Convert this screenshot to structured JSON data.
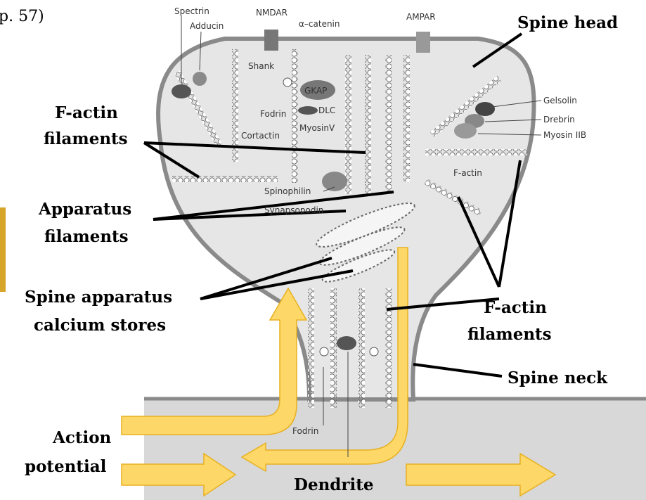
{
  "citation": "p. 57)",
  "labels": {
    "spine_head": "Spine head",
    "factin_top_line1": "F-actin",
    "factin_top_line2": "filaments",
    "apparatus_line1": "Apparatus",
    "apparatus_line2": "filaments",
    "calcium_line1": "Spine apparatus",
    "calcium_line2": "calcium stores",
    "factin_right_line1": "F-actin",
    "factin_right_line2": "filaments",
    "spine_neck": "Spine neck",
    "action_line1": "Action",
    "action_line2": "potential",
    "dendrite": "Dendrite"
  },
  "proteins": {
    "spectrin": "Spectrin",
    "adducin": "Adducin",
    "nmdar": "NMDAR",
    "alpha_catenin": "α–catenin",
    "ampar": "AMPAR",
    "shank": "Shank",
    "gkap": "GKAP",
    "dlc": "DLC",
    "fodrin_top": "Fodrin",
    "myosin_v": "MyosinV",
    "cortactin": "Cortactin",
    "gelsolin": "Gelsolin",
    "drebrin": "Drebrin",
    "myosin_iib": "Myosin IIB",
    "f_actin": "F-actin",
    "spinophilin": "Spinophilin",
    "synaptopodin": "Synapsopodin",
    "fodrin_bottom": "Fodrin"
  },
  "colors": {
    "arrow_fill": "#fdd868",
    "arrow_stroke": "#e8b020",
    "membrane": "#8a8a8a",
    "cytoplasm": "#e6e6e6",
    "pointer": "#000000"
  }
}
